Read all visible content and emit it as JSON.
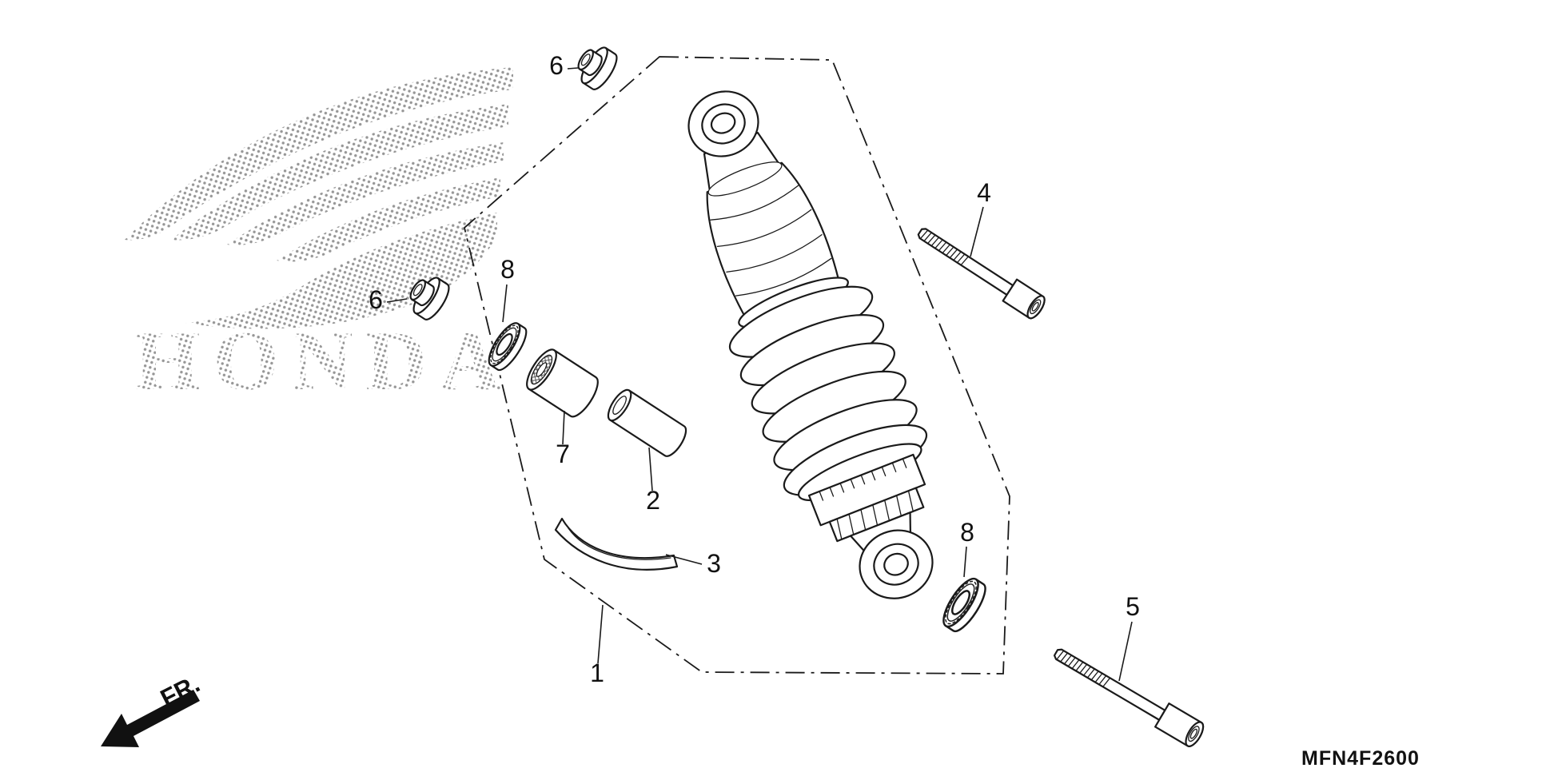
{
  "brand": {
    "logo_text": "HONDA"
  },
  "orientation": {
    "front_label": "FR."
  },
  "footer": {
    "diagram_code": "MFN4F2600"
  },
  "callouts": {
    "c1": "1",
    "c2": "2",
    "c3": "3",
    "c4": "4",
    "c5": "5",
    "c6_top": "6",
    "c6_left": "6",
    "c7": "7",
    "c8_left": "8",
    "c8_right": "8"
  },
  "colors": {
    "background": "#ffffff",
    "line": "#1a1a1a",
    "halftone_dot": "#969696"
  }
}
